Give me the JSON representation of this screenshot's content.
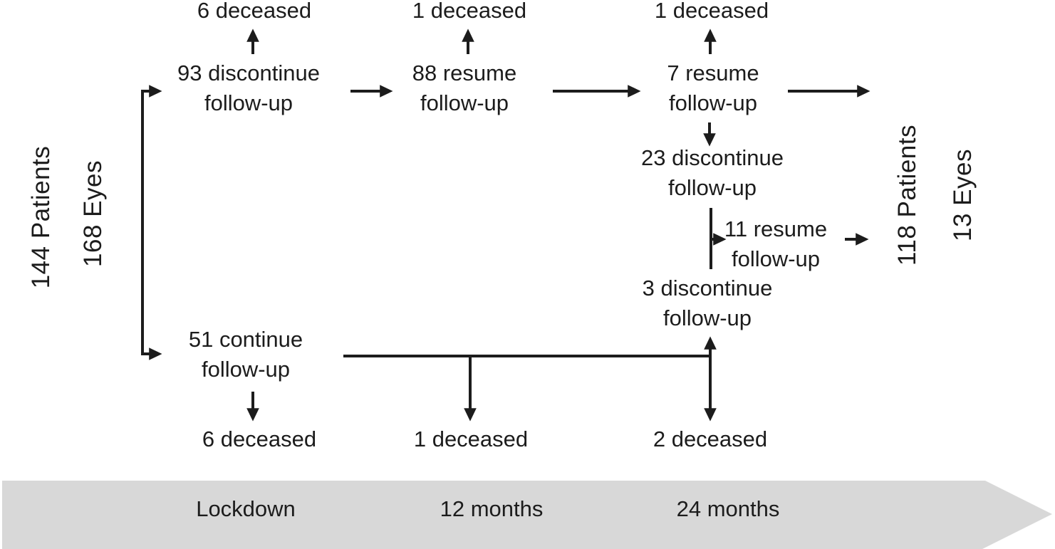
{
  "figure": {
    "cohort_start": {
      "patients_label": "144 Patients",
      "eyes_label": "168 Eyes"
    },
    "cohort_end": {
      "patients_label": "118 Patients",
      "eyes_label": "13 Eyes"
    },
    "nodes": {
      "deceased_lockdown_top": "6 deceased",
      "deceased_12m_top": "1 deceased",
      "deceased_24m_top": "1 deceased",
      "discontinue_93": {
        "line1": "93 discontinue",
        "line2": "follow-up"
      },
      "resume_88": {
        "line1": "88 resume",
        "line2": "follow-up"
      },
      "resume_7": {
        "line1": "7 resume",
        "line2": "follow-up"
      },
      "discontinue_23": {
        "line1": "23 discontinue",
        "line2": "follow-up"
      },
      "resume_11": {
        "line1": "11 resume",
        "line2": "follow-up"
      },
      "discontinue_3": {
        "line1": "3 discontinue",
        "line2": "follow-up"
      },
      "continue_51": {
        "line1": "51 continue",
        "line2": "follow-up"
      },
      "deceased_lockdown_bottom": "6 deceased",
      "deceased_12m_bottom": "1 deceased",
      "deceased_24m_bottom": "2 deceased"
    },
    "timeline": {
      "labels": [
        "Lockdown",
        "12 months",
        "24 months"
      ]
    },
    "colors": {
      "ink": "#1c1c1c",
      "background": "#ffffff",
      "timeline_band": "#d8d8d8"
    }
  }
}
